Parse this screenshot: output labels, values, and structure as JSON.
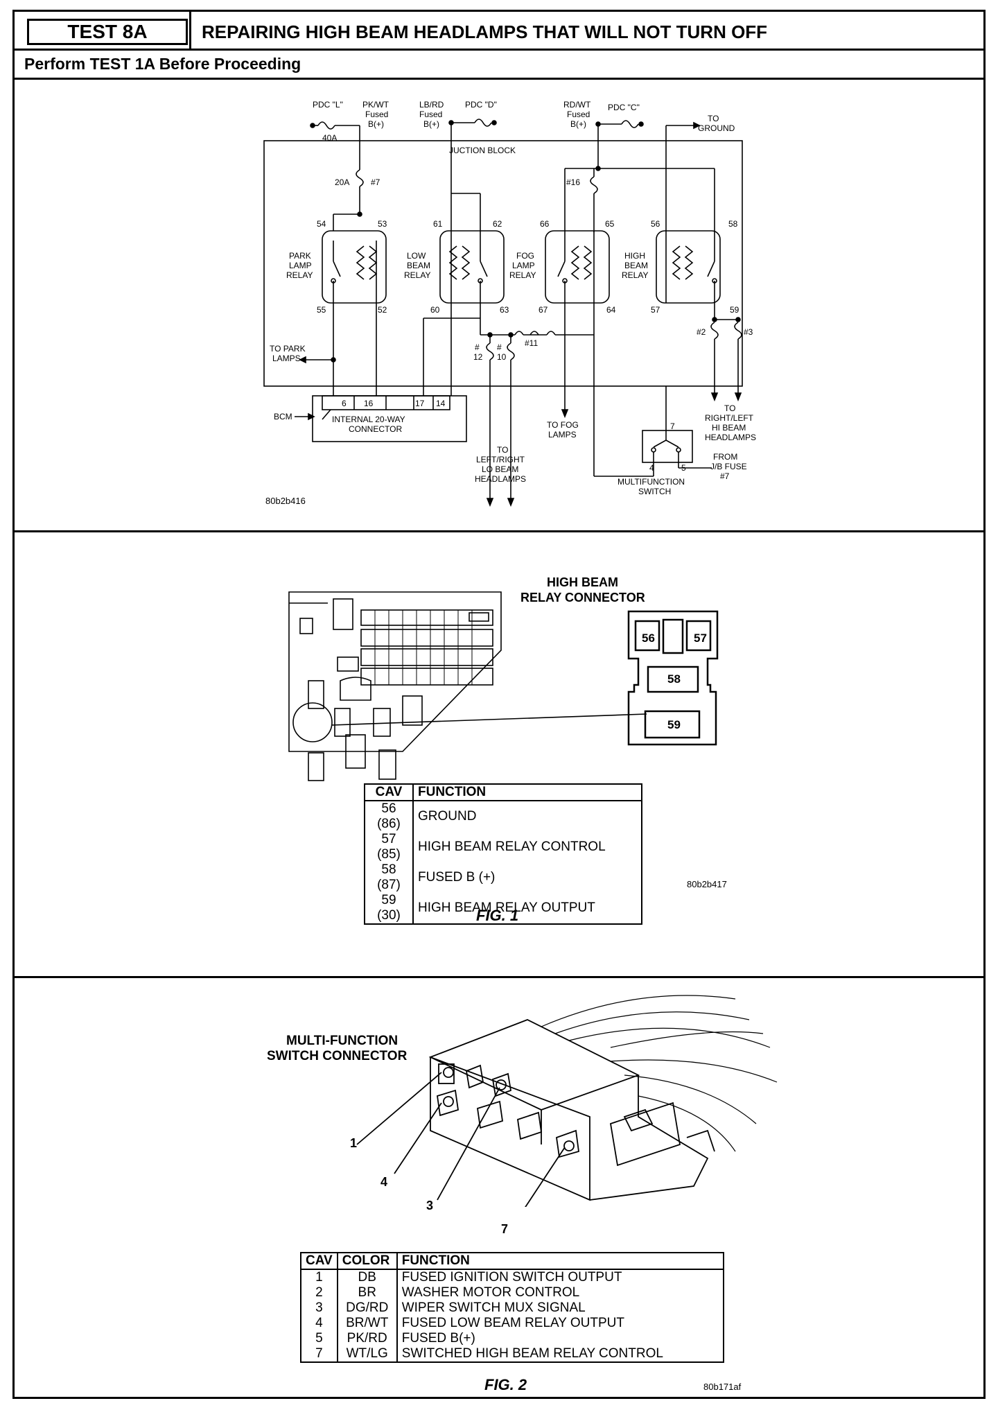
{
  "header": {
    "test_id": "TEST 8A",
    "title": "REPAIRING HIGH BEAM HEADLAMPS THAT WILL NOT TURN OFF",
    "precondition": "Perform TEST 1A Before Proceeding"
  },
  "schematic": {
    "junction_block_label": "JUCTION BLOCK",
    "feeds": {
      "pdc_l": "PDC \"L\"",
      "pdc_l_amps": "40A",
      "pk_wt_1": "PK/WT",
      "pk_wt_2": "Fused",
      "pk_wt_3": "B(+)",
      "lb_rd_1": "LB/RD",
      "lb_rd_2": "Fused",
      "lb_rd_3": "B(+)",
      "pdc_d": "PDC \"D\"",
      "rd_wt_1": "RD/WT",
      "rd_wt_2": "Fused",
      "rd_wt_3": "B(+)",
      "pdc_c": "PDC \"C\"",
      "to_ground_1": "TO",
      "to_ground_2": "GROUND"
    },
    "fuses": {
      "f7_amps": "20A",
      "f7": "#7",
      "f16": "#16",
      "f12a": "#",
      "f12b": "12",
      "f10a": "#",
      "f10b": "10",
      "f11": "#11",
      "f2": "#2",
      "f3": "#3"
    },
    "relays": [
      {
        "label1": "PARK",
        "label2": "LAMP",
        "label3": "RELAY",
        "pin_tl": "54",
        "pin_tr": "53",
        "pin_bl": "55",
        "pin_br": "52"
      },
      {
        "label1": "LOW",
        "label2": "BEAM",
        "label3": "RELAY",
        "pin_tl": "61",
        "pin_tr": "62",
        "pin_bl": "60",
        "pin_br": "63"
      },
      {
        "label1": "FOG",
        "label2": "LAMP",
        "label3": "RELAY",
        "pin_tl": "66",
        "pin_tr": "65",
        "pin_bl": "67",
        "pin_br": "64"
      },
      {
        "label1": "HIGH",
        "label2": "BEAM",
        "label3": "RELAY",
        "pin_tl": "56",
        "pin_tr": "58",
        "pin_bl": "57",
        "pin_br": "59"
      }
    ],
    "outputs": {
      "park_1": "TO PARK",
      "park_2": "LAMPS",
      "lo_1": "TO",
      "lo_2": "LEFT/RIGHT",
      "lo_3": "LO BEAM",
      "lo_4": "HEADLAMPS",
      "fog_1": "TO FOG",
      "fog_2": "LAMPS",
      "hi_1": "TO",
      "hi_2": "RIGHT/LEFT",
      "hi_3": "HI BEAM",
      "hi_4": "HEADLAMPS",
      "from_1": "FROM",
      "from_2": "J/B FUSE",
      "from_3": "#7"
    },
    "bcm": {
      "label": "BCM",
      "conn_1": "INTERNAL 20-WAY",
      "conn_2": "CONNECTOR",
      "pins": [
        "6",
        "16",
        "17",
        "14"
      ]
    },
    "switch": {
      "pin_top": "7",
      "pin_l": "4",
      "pin_r": "5",
      "label_1": "MULTIFUNCTION",
      "label_2": "SWITCH"
    },
    "ref_code": "80b2b416"
  },
  "fig1": {
    "connector_title_1": "HIGH BEAM",
    "connector_title_2": "RELAY CONNECTOR",
    "cavities": [
      "56",
      "57",
      "58",
      "59"
    ],
    "table_headers": [
      "CAV",
      "FUNCTION"
    ],
    "rows": [
      {
        "cav": "56 (86)",
        "function": "GROUND"
      },
      {
        "cav": "57 (85)",
        "function": "HIGH BEAM RELAY CONTROL"
      },
      {
        "cav": "58 (87)",
        "function": "FUSED B (+)"
      },
      {
        "cav": "59 (30)",
        "function": "HIGH BEAM RELAY OUTPUT"
      }
    ],
    "ref_code": "80b2b417",
    "caption": "FIG. 1"
  },
  "fig2": {
    "title_1": "MULTI-FUNCTION",
    "title_2": "SWITCH CONNECTOR",
    "callouts": [
      "1",
      "4",
      "3",
      "7"
    ],
    "table_headers": [
      "CAV",
      "COLOR",
      "FUNCTION"
    ],
    "rows": [
      {
        "cav": "1",
        "color": "DB",
        "function": "FUSED IGNITION SWITCH OUTPUT"
      },
      {
        "cav": "2",
        "color": "BR",
        "function": "WASHER MOTOR CONTROL"
      },
      {
        "cav": "3",
        "color": "DG/RD",
        "function": "WIPER SWITCH MUX SIGNAL"
      },
      {
        "cav": "4",
        "color": "BR/WT",
        "function": "FUSED LOW BEAM RELAY OUTPUT"
      },
      {
        "cav": "5",
        "color": "PK/RD",
        "function": "FUSED B(+)"
      },
      {
        "cav": "7",
        "color": "WT/LG",
        "function": "SWITCHED HIGH BEAM RELAY CONTROL"
      }
    ],
    "ref_code": "80b171af",
    "caption": "FIG. 2"
  }
}
